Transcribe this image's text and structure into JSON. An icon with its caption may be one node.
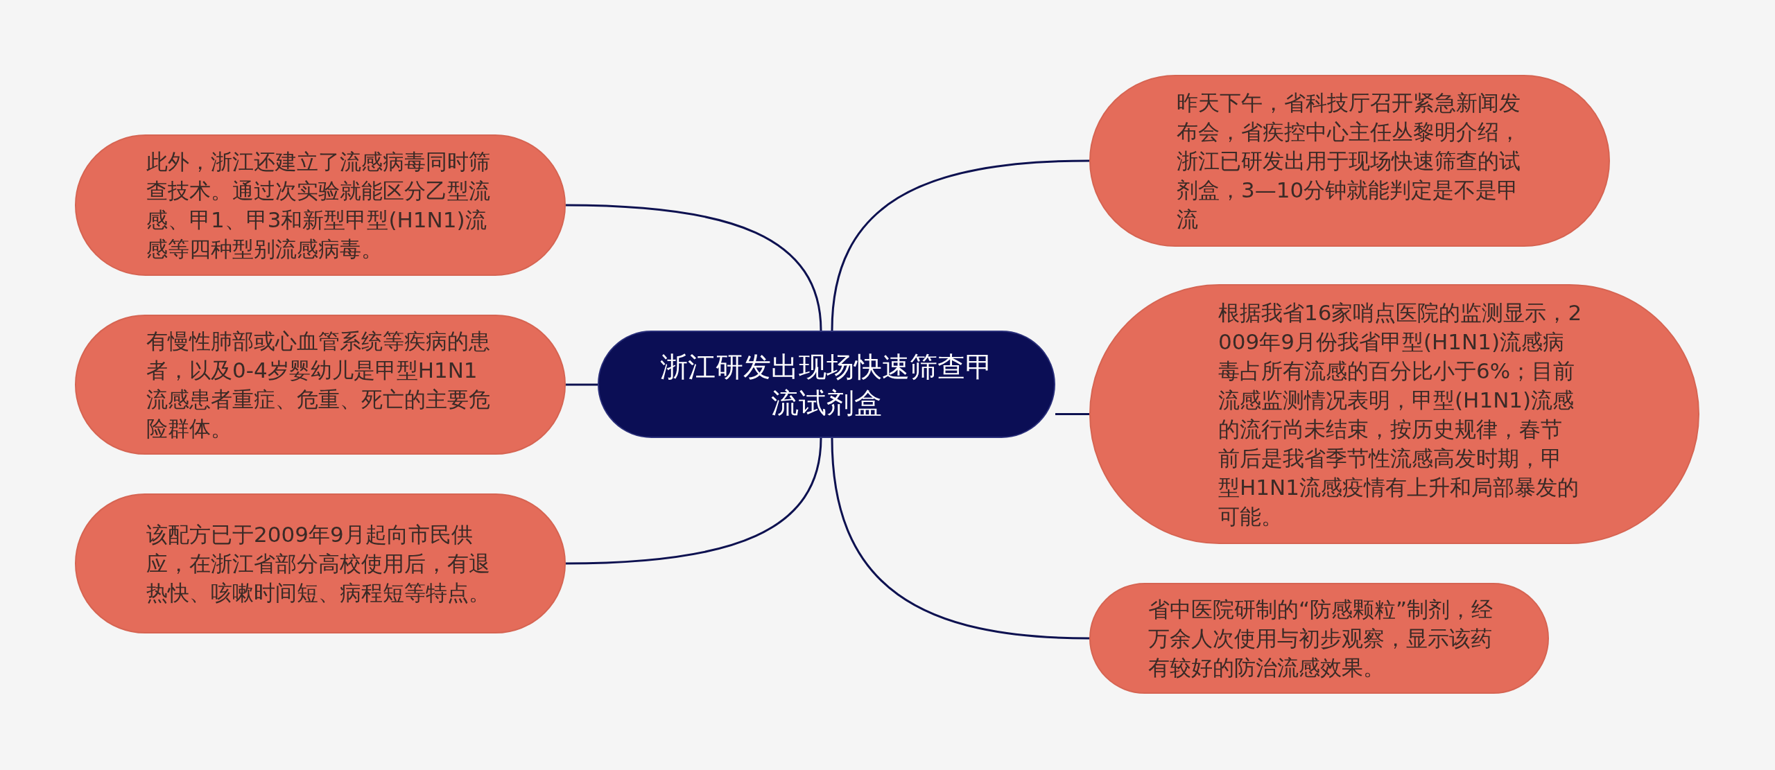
{
  "diagram": {
    "nodes": [
      {
        "text": [
          "浙江研发出现场快速筛查甲流试剂盒"
        ]
      },
      {
        "text": [
          "此外，浙江还建立了流感病毒同时筛查技术。通过次实验就能区分乙型流感、甲1、甲3和新型甲型(H1N1)流感等四种型别流感病毒。"
        ]
      },
      {
        "text": [
          "有慢性肺部或心血管系统等疾病的患者，以及0-4岁婴幼儿是甲型H1N1流感患者重症、危重、死亡的主要危险群体。"
        ]
      },
      {
        "text": [
          "该配方已于2009年9月起向市民供应，在浙江省部分高校使用后，有退热快、咳嗽时间短、病程短等特点。"
        ]
      },
      {
        "text": [
          "昨天下午，省科技厅召开紧急新闻发布会，省疾控中心主任丛黎明介绍，浙江已研发出用于现场快速筛查的试剂盒，3—10分钟就能判定是不是甲流"
        ]
      },
      {
        "text": [
          "根据我省16家哨点医院的监测显示，2009年9月份我省甲型(H1N1)流感病毒占所有流感的百分比小于6%；目前流感监测情况表明，甲型(H1N1)流感的流行尚未结束，按历史规律，春节前后是我省季节性流感高发时期，甲型H1N1流感疫情有上升和局部暴发的可能。"
        ]
      },
      {
        "text": [
          "省中医院研制的“防感颗粒”制剂，经万余人次使用与初步观察，显示该药有较好的防治流感效果。"
        ]
      }
    ],
    "edges": [
      {
        "from": 0,
        "to": 1,
        "arrow": "none"
      },
      {
        "from": 0,
        "to": 2,
        "arrow": "none"
      },
      {
        "from": 0,
        "to": 3,
        "arrow": "none"
      },
      {
        "from": 0,
        "to": 4,
        "arrow": "none"
      },
      {
        "from": 0,
        "to": 5,
        "arrow": "none"
      },
      {
        "from": 0,
        "to": 6,
        "arrow": "none"
      }
    ]
  }
}
